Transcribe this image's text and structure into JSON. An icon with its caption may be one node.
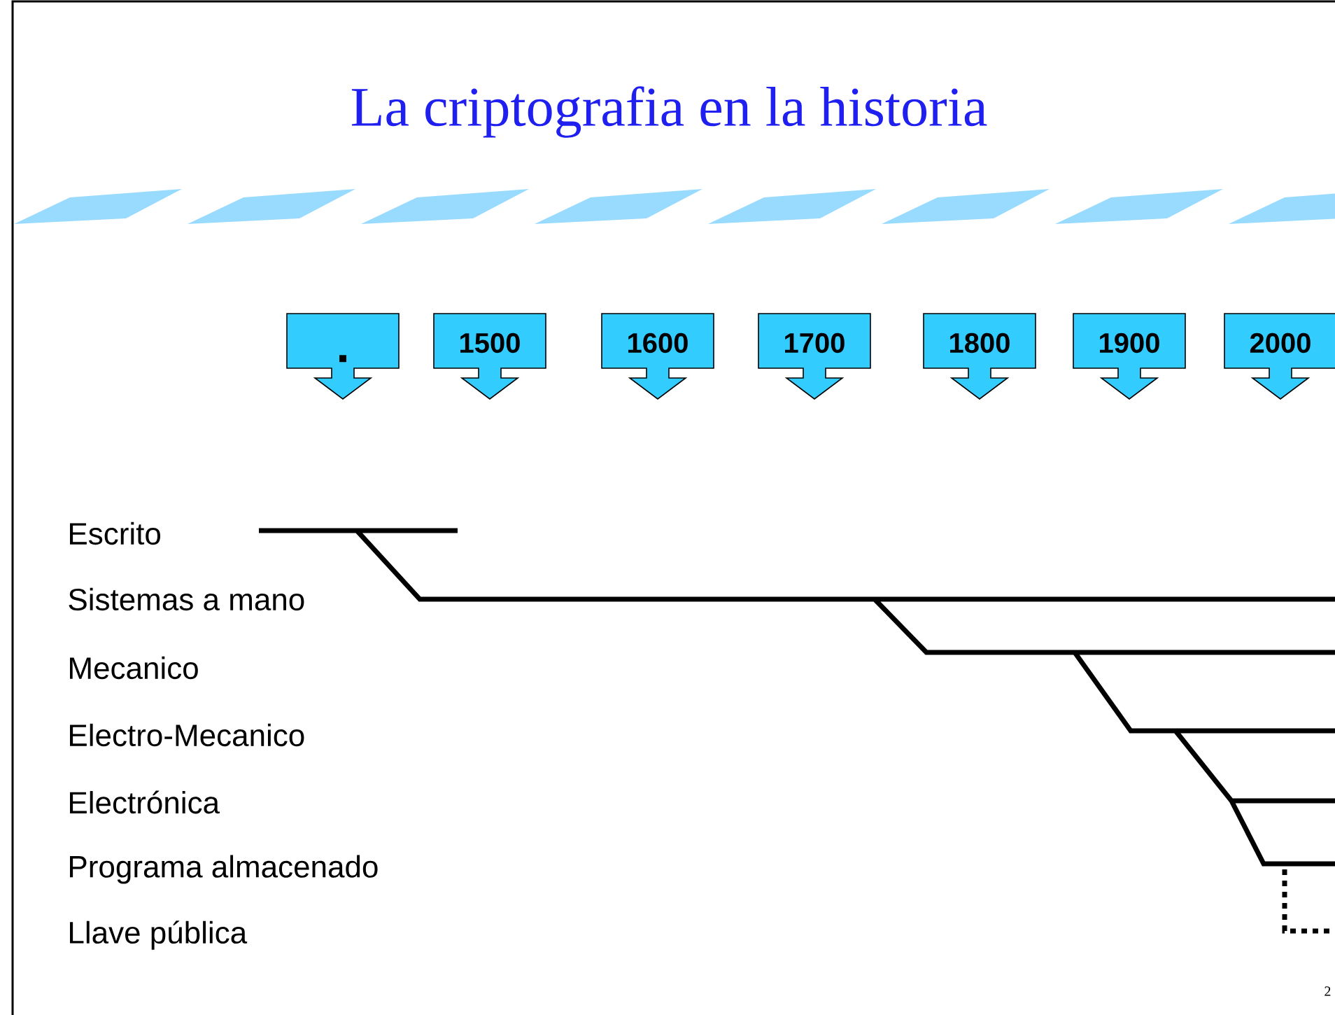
{
  "diagram": {
    "title": "La criptografia en la historia",
    "nodes": [
      {
        "text": [
          "▪"
        ]
      },
      {
        "text": [
          "1500"
        ]
      },
      {
        "text": [
          "1600"
        ]
      },
      {
        "text": [
          "1700"
        ]
      },
      {
        "text": [
          "1800"
        ]
      },
      {
        "text": [
          "1900"
        ]
      },
      {
        "text": [
          "2000"
        ]
      }
    ],
    "edges": [],
    "labels": [
      "Escrito",
      "Sistemas a mano",
      "Mecanico",
      "Electro-Mecanico",
      "Electrónica",
      "Programa almacenado",
      "Llave pública",
      "2"
    ]
  }
}
